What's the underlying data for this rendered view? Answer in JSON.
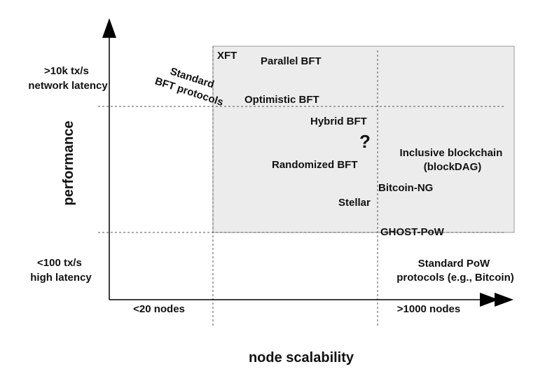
{
  "axes": {
    "x_title": "node scalability",
    "y_title": "performance",
    "x_low": "<20 nodes",
    "x_high": ">1000 nodes",
    "y_high": [
      ">10k tx/s",
      "network latency"
    ],
    "y_low": [
      "<100 tx/s",
      "high latency"
    ]
  },
  "labels": {
    "xft": "XFT",
    "parallel_bft": "Parallel BFT",
    "standard_bft": [
      "Standard",
      "BFT protocols"
    ],
    "optimistic_bft": "Optimistic BFT",
    "hybrid_bft": "Hybrid BFT",
    "question": "?",
    "randomized_bft": "Randomized BFT",
    "inclusive_blockchain": [
      "Inclusive blockchain",
      "(blockDAG)"
    ],
    "bitcoin_ng": "Bitcoin-NG",
    "stellar": "Stellar",
    "ghost_pow": "GHOST-PoW",
    "standard_pow": [
      "Standard PoW",
      "protocols (e.g., Bitcoin)"
    ]
  },
  "colors": {
    "region_fill": "#ececec",
    "region_stroke": "#9a9a9a",
    "axis": "#000000",
    "dashed": "#555555"
  }
}
